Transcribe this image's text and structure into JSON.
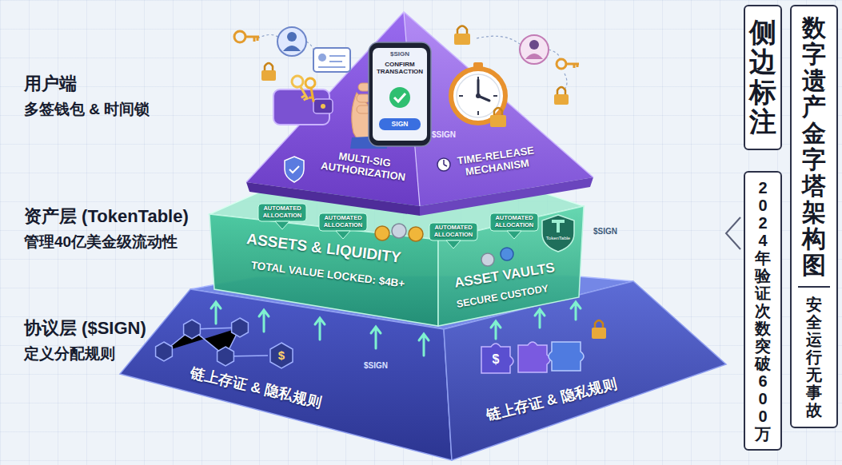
{
  "diagram": {
    "nodes": [
      {
        "text": [
          "MULTI-SIG AUTHORIZATION",
          "TIME-RELEASE MECHANISM"
        ]
      },
      {
        "text": [
          "$SIGN",
          "CONFIRM TRANSACTION",
          "SIGN"
        ],
        "in": 0
      },
      {
        "text": [
          "ASSETS & LIQUIDITY",
          "TOTAL VALUE LOCKED: $4B+",
          "ASSET VAULTS",
          "SECURE CUSTODY"
        ]
      },
      {
        "text": [
          "AUTOMATED ALLOCATION"
        ],
        "in": 2
      },
      {
        "text": [
          "AUTOMATED ALLOCATION"
        ],
        "in": 2
      },
      {
        "text": [
          "AUTOMATED ALLOCATION"
        ],
        "in": 2
      },
      {
        "text": [
          "AUTOMATED ALLOCATION"
        ],
        "in": 2
      },
      {
        "text": [
          "TokenTable"
        ],
        "in": 2
      },
      {
        "text": [
          "链上存证 & 隐私规则",
          "链上存证 & 隐私规则"
        ]
      },
      {
        "text": [
          "$"
        ],
        "in": 8
      },
      {
        "text": [
          "$"
        ],
        "in": 8
      },
      {
        "text": [
          "侧边标注"
        ]
      },
      {
        "text": [
          "2024年验证次数突破600万"
        ]
      },
      {
        "text": [
          "数字遗产金字塔架构图",
          "安全运行无事故"
        ]
      }
    ],
    "labels": [
      "用户端",
      "多签钱包 & 时间锁",
      "资产层 (TokenTable)",
      "管理40亿美金级流动性",
      "协议层 ($SIGN)",
      "定义分配规则",
      "$SIGN",
      "$SIGN",
      "$SIGN"
    ]
  }
}
